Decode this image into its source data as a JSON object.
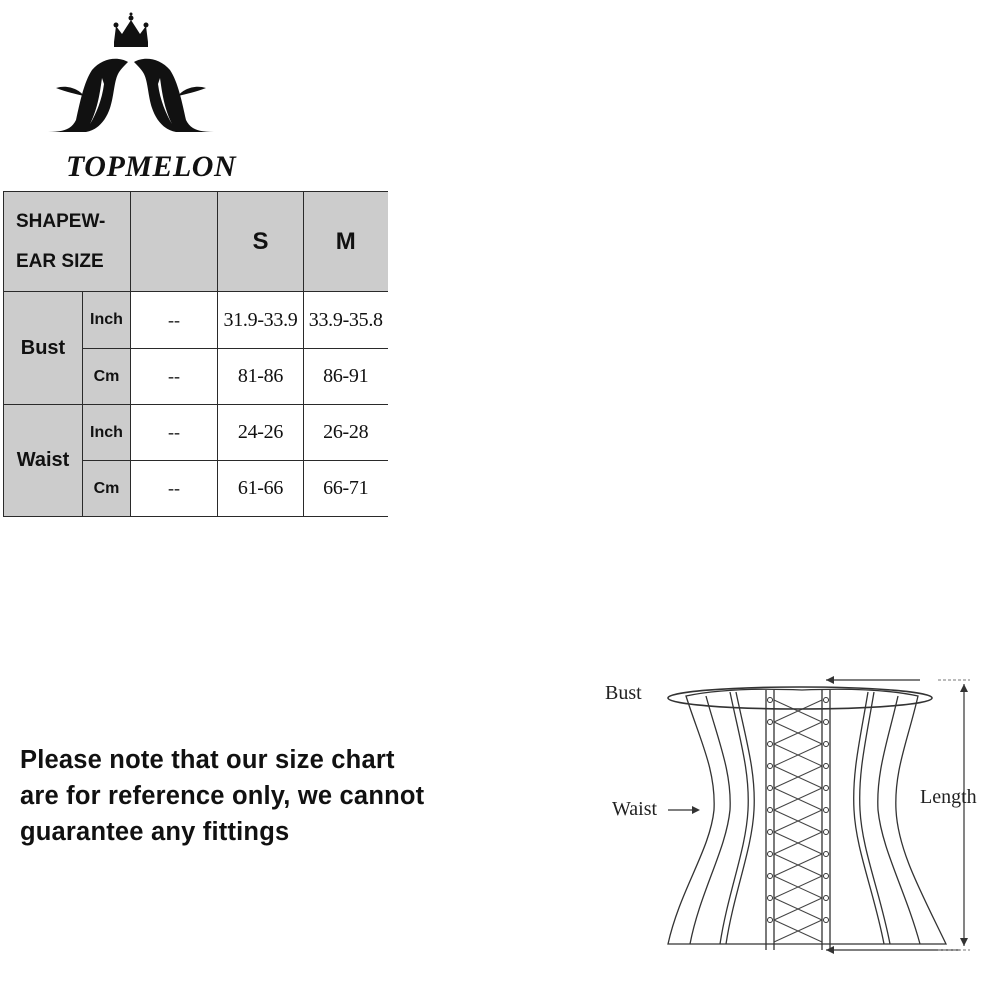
{
  "brand": {
    "name": "TOPMELON"
  },
  "table": {
    "header_label": "SHAPEW-EAR SIZE",
    "sizes": [
      "S",
      "M"
    ],
    "rows": [
      {
        "measure": "Bust",
        "units": [
          {
            "unit": "Inch",
            "blank": "--",
            "values": [
              "31.9-33.9",
              "33.9-35.8"
            ]
          },
          {
            "unit": "Cm",
            "blank": "--",
            "values": [
              "81-86",
              "86-91"
            ]
          }
        ]
      },
      {
        "measure": "Waist",
        "units": [
          {
            "unit": "Inch",
            "blank": "--",
            "values": [
              "24-26",
              "26-28"
            ]
          },
          {
            "unit": "Cm",
            "blank": "--",
            "values": [
              "61-66",
              "66-71"
            ]
          }
        ]
      }
    ]
  },
  "note": {
    "text": "Please note that our size chart are for reference only, we cannot guarantee any fittings"
  },
  "diagram": {
    "bust_label": "Bust",
    "waist_label": "Waist",
    "length_label": "Length"
  }
}
